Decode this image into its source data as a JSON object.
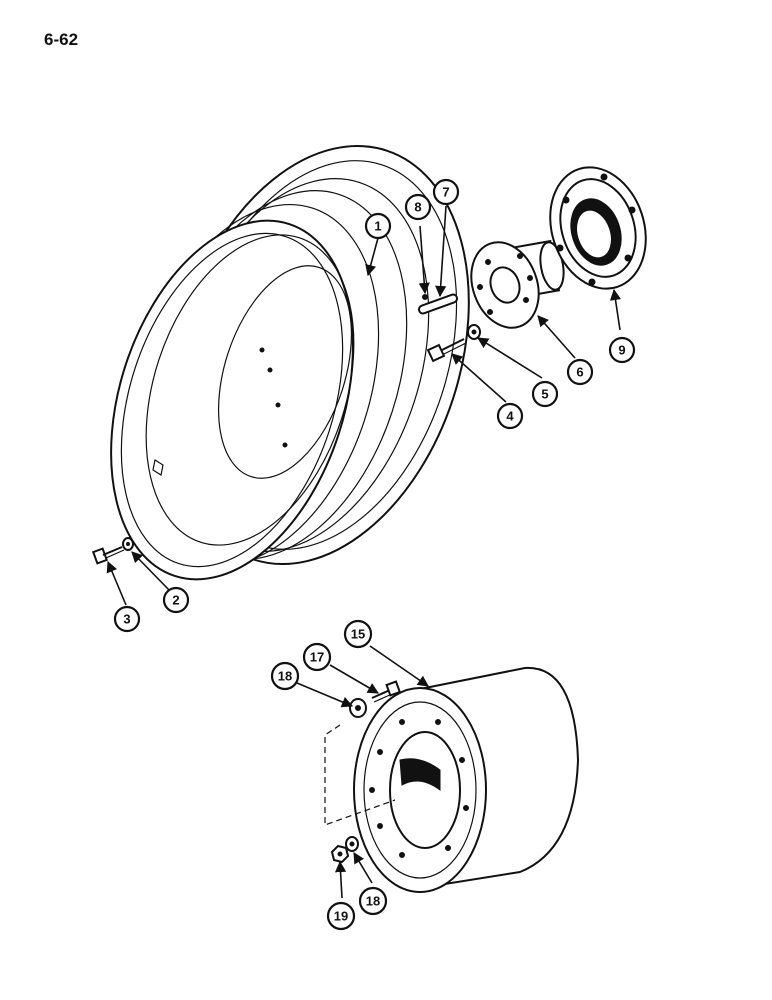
{
  "page_number": "6-62",
  "callouts": [
    {
      "id": "c1",
      "label": "1"
    },
    {
      "id": "c2",
      "label": "2"
    },
    {
      "id": "c3",
      "label": "3"
    },
    {
      "id": "c4",
      "label": "4"
    },
    {
      "id": "c5",
      "label": "5"
    },
    {
      "id": "c6",
      "label": "6"
    },
    {
      "id": "c7",
      "label": "7"
    },
    {
      "id": "c8",
      "label": "8"
    },
    {
      "id": "c9",
      "label": "9"
    },
    {
      "id": "c15",
      "label": "15"
    },
    {
      "id": "c17",
      "label": "17"
    },
    {
      "id": "c18a",
      "label": "18"
    },
    {
      "id": "c18b",
      "label": "18"
    },
    {
      "id": "c19",
      "label": "19"
    }
  ]
}
